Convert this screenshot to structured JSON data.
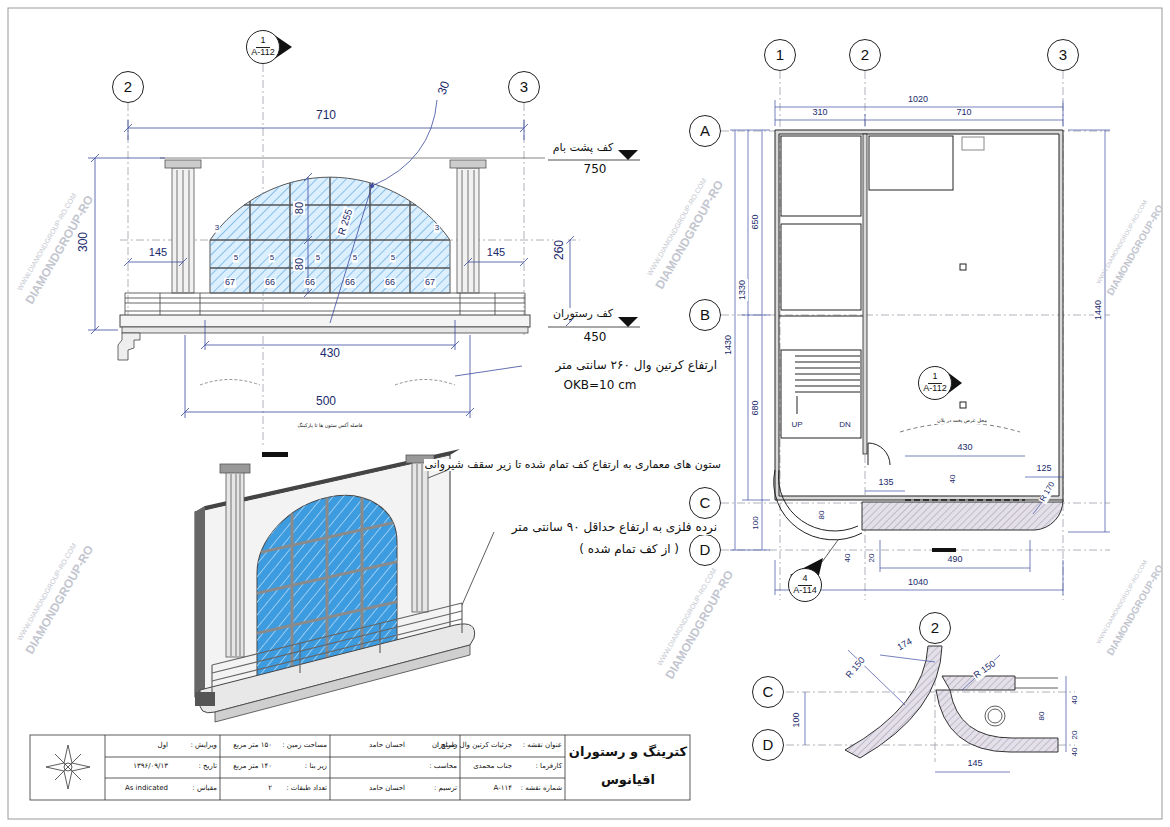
{
  "diagram": {
    "nodes": [
      {
        "text": [
          "1",
          "A-112"
        ]
      },
      {
        "text": [
          "2"
        ]
      },
      {
        "text": [
          "3"
        ]
      },
      {
        "text": [
          "1"
        ]
      },
      {
        "text": [
          "2"
        ]
      },
      {
        "text": [
          "3"
        ]
      },
      {
        "text": [
          "A"
        ]
      },
      {
        "text": [
          "B"
        ]
      },
      {
        "text": [
          "1",
          "A-112"
        ]
      },
      {
        "text": [
          "C"
        ]
      },
      {
        "text": [
          "D"
        ]
      },
      {
        "text": [
          "4",
          "A-114"
        ]
      },
      {
        "text": [
          "2"
        ]
      },
      {
        "text": [
          "C"
        ]
      },
      {
        "text": [
          "D"
        ]
      }
    ],
    "labels": [
      "710",
      "30",
      "کف پشت بام",
      "750",
      "300",
      "145",
      "80",
      "80",
      "R 255",
      "260",
      "145",
      "3",
      "5",
      "5",
      "5",
      "5",
      "5",
      "3",
      "67",
      "66",
      "66",
      "66",
      "66",
      "67",
      "کف رستوران",
      "450",
      "430",
      "500",
      "فاصله آکس ستون ها تا پارکینگ",
      "ارتفاع کرتین وال ۲۶۰ سانتی متر",
      "OKB=10 cm",
      "ستون های معماری به ارتفاع کف تمام شده تا زیر سقف شیروانی",
      "نرده فلزی به ارتفاع حداقل ۹۰ سانتی متر",
      "( از کف تمام شده )",
      "1020",
      "310",
      "710",
      "650",
      "1330",
      "1430",
      "680",
      "1440",
      "100",
      "UP",
      "DN",
      "430",
      "125",
      "135",
      "40",
      "R 170",
      "80",
      "40",
      "20",
      "490",
      "1040",
      "محل عرض پخت در پلان",
      "R 150",
      "174",
      "R 150",
      "100",
      "40",
      "80",
      "20",
      "40",
      "145",
      "کترینگ و رستوران",
      "اقیانوس",
      "عنوان نقشه :",
      "جزئیات کرتین وال رستوران",
      "کارفرما :",
      "جناب محمدی",
      "شماره نقشه :",
      "A-۱۱۴",
      "طراح :",
      "احسان حامد",
      "محاسب :",
      "ترسیم :",
      "احسان حامد",
      "مساحت زمین :",
      "۱۵۰ متر مربع",
      "زیر بنا :",
      "۱۴۰ متر مربع",
      "تعداد طبقات :",
      "۲",
      "ویرایش :",
      "اول",
      "تاریخ :",
      "۱۳۹۶/۰۹/۱۳",
      "مقیاس :",
      "As indicated",
      "DIAMONDGROUP-RO",
      "WWW.DIAMONDGROUP-RO.COM",
      "DIAMONDGROUP-RO",
      "WWW.DIAMONDGROUP-RO.COM",
      "DIAMONDGROUP-RO",
      "WWW.DIAMONDGROUP-RO.COM",
      "DIAMONDGROUP-RO",
      "WWW.DIAMONDGROUP-RO.COM",
      "DIAMONDGROUP-RO",
      "WWW.DIAMONDGROUP-RO.COM",
      "DIAMONDGROUP-RO",
      "WWW.DIAMONDGROUP-RO.COM"
    ]
  }
}
